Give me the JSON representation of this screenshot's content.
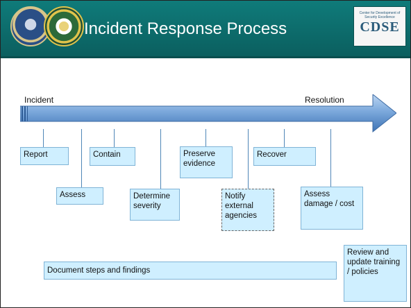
{
  "header": {
    "title": "Incident Response Process",
    "brand": "CDSE",
    "brand_small": "Center for Development of Security Excellence"
  },
  "timeline": {
    "start_label": "Incident",
    "end_label": "Resolution"
  },
  "steps": [
    {
      "label": "Report"
    },
    {
      "label": "Assess"
    },
    {
      "label": "Contain"
    },
    {
      "label": "Determine severity"
    },
    {
      "label": "Preserve evidence"
    },
    {
      "label": "Notify external agencies"
    },
    {
      "label": "Recover"
    },
    {
      "label": "Assess damage / cost"
    }
  ],
  "bottom": {
    "document": "Document steps and findings",
    "review": "Review and update training / policies"
  },
  "colors": {
    "header_bg": "#0f7b7a",
    "arrow": "#5a8fd0",
    "box_fill": "#cfefff"
  },
  "icons": [
    "dod-seal-icon",
    "dss-seal-icon"
  ]
}
